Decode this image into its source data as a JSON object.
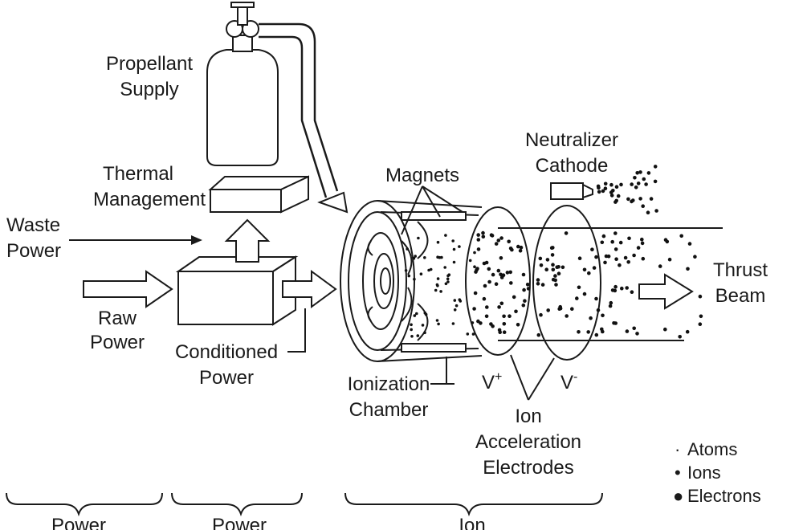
{
  "labels": {
    "propellant_supply": [
      "Propellant",
      "Supply"
    ],
    "thermal_management": [
      "Thermal",
      "Management"
    ],
    "waste_power": [
      "Waste",
      "Power"
    ],
    "raw_power": [
      "Raw",
      "Power"
    ],
    "conditioned_power": [
      "Conditioned",
      "Power"
    ],
    "magnets": "Magnets",
    "neutralizer_cathode": [
      "Neutralizer",
      "Cathode"
    ],
    "thrust_beam": [
      "Thrust",
      "Beam"
    ],
    "ionization_chamber": [
      "Ionization",
      "Chamber"
    ],
    "v_plus": "V",
    "v_plus_sup": "+",
    "v_minus": "V",
    "v_minus_sup": "-",
    "ion_acceleration_electrodes": [
      "Ion",
      "Acceleration",
      "Electrodes"
    ]
  },
  "legend": [
    {
      "symbol": "·",
      "label": "Atoms"
    },
    {
      "symbol": "•",
      "label": "Ions"
    },
    {
      "symbol": "●",
      "label": "Electrons"
    }
  ],
  "bottom_brackets": [
    "Power",
    "Power",
    "Ion"
  ]
}
